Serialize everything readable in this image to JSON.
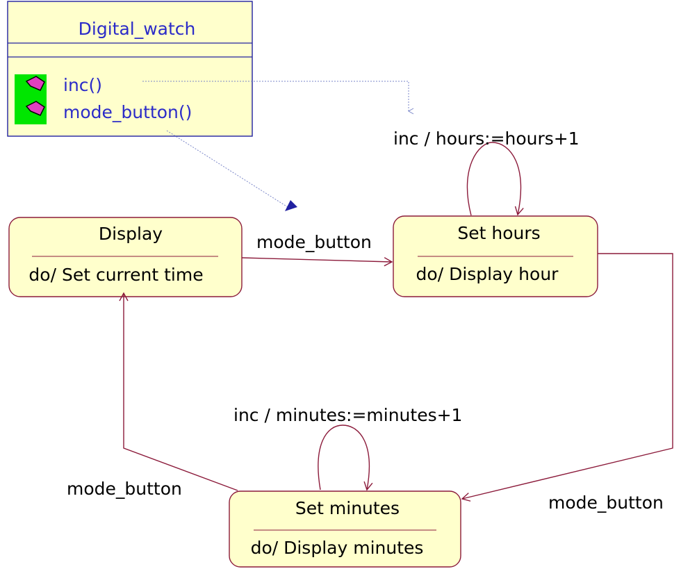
{
  "class_box": {
    "name": "Digital_watch",
    "operations": [
      "inc()",
      "mode_button()"
    ]
  },
  "states": {
    "display": {
      "name": "Display",
      "activity": "do/ Set current time"
    },
    "set_hours": {
      "name": "Set hours",
      "activity": "do/ Display hour"
    },
    "set_minutes": {
      "name": "Set minutes",
      "activity": "do/ Display minutes"
    }
  },
  "transitions": {
    "display_to_hours": "mode_button",
    "hours_self": "inc / hours:=hours+1",
    "hours_to_minutes": "mode_button",
    "minutes_self": "inc / minutes:=minutes+1",
    "minutes_to_display": "mode_button"
  },
  "colors": {
    "class_text": "#2b2bc8",
    "class_fill": "#ffffcc",
    "state_border": "#8b1a3a",
    "operation_icon": "#00e600"
  }
}
